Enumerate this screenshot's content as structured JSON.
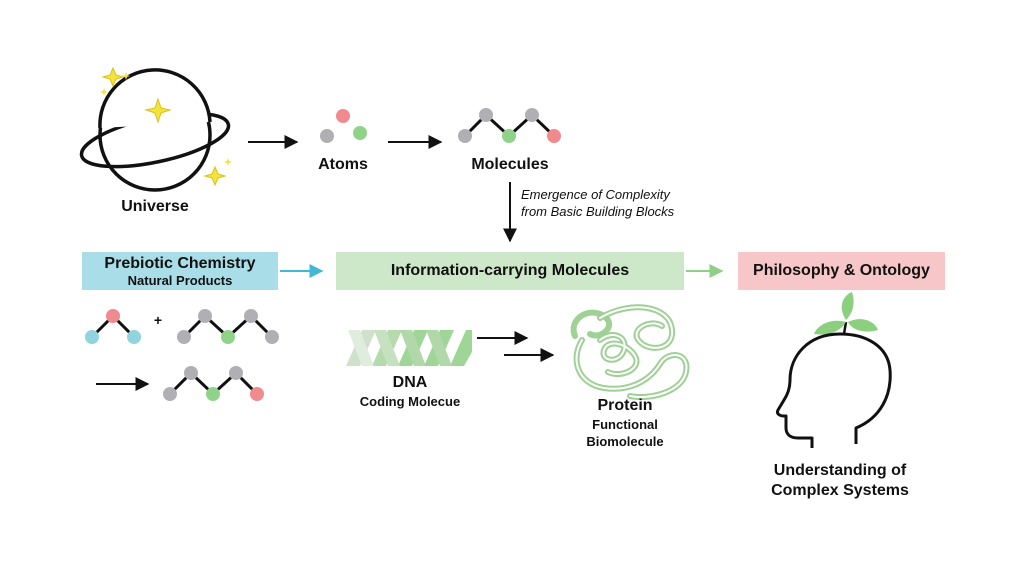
{
  "labels": {
    "universe": "Universe",
    "atoms": "Atoms",
    "molecules": "Molecules",
    "emergence_line1": "Emergence of Complexity",
    "emergence_line2": "from Basic Building Blocks",
    "prebiotic_title": "Prebiotic Chemistry",
    "prebiotic_sub": "Natural Products",
    "info_molecules": "Information-carrying Molecules",
    "philosophy": "Philosophy & Ontology",
    "plus": "+",
    "dna": "DNA",
    "dna_sub": "Coding Molecue",
    "protein": "Protein",
    "protein_sub1": "Functional",
    "protein_sub2": "Biomolecule",
    "understanding1": "Understanding of",
    "understanding2": "Complex Systems"
  },
  "colors": {
    "prebiotic_box": "#a9dde8",
    "info_box": "#cde8c8",
    "philosophy_box": "#f6c6c8",
    "atom_red": "#f08a8f",
    "atom_green": "#8fd38a",
    "atom_gray": "#b0b0b4",
    "atom_cyan": "#8fd4de",
    "star": "#f5e23a",
    "dna_green": "#8fcf87",
    "leaf_green": "#8ccf7e",
    "arrow_cyan": "#3fb9d4",
    "arrow_green": "#8fcf87"
  },
  "icons": [
    "universe-planet-icon",
    "atoms-icon",
    "molecule-chain-icon",
    "dna-helix-icon",
    "protein-fold-icon",
    "head-with-sprout-icon"
  ]
}
